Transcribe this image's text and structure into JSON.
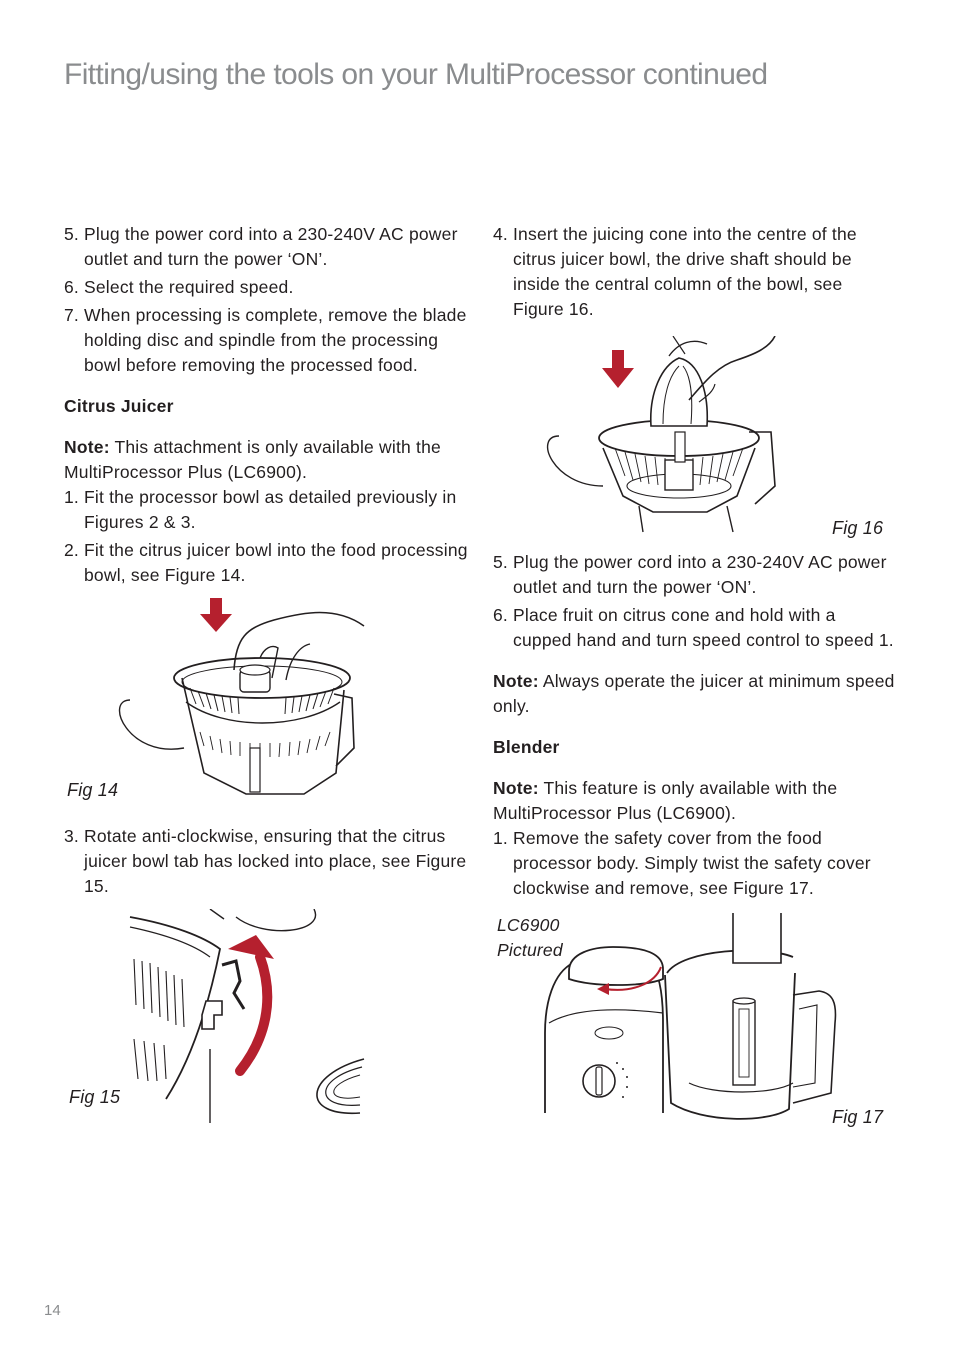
{
  "page": {
    "title": "Fitting/using the tools on your MultiProcessor continued",
    "page_number": "14"
  },
  "left": {
    "step5": {
      "num": "5.",
      "text": "Plug the power cord into a 230-240V AC power outlet and turn the power ‘ON’."
    },
    "step6": {
      "num": "6.",
      "text": "Select the required speed."
    },
    "step7": {
      "num": "7.",
      "text": "When processing is complete, remove the blade holding disc and spindle from the processing bowl before removing the processed food."
    },
    "citrus_heading": "Citrus Juicer",
    "citrus_note_label": "Note:",
    "citrus_note_text": " This attachment is only available with the MultiProcessor Plus (LC6900).",
    "c1": {
      "num": "1.",
      "text": "Fit the processor bowl as detailed previously in Figures 2 & 3."
    },
    "c2": {
      "num": "2.",
      "text": "Fit the citrus juicer bowl into the food processing bowl, see Figure 14."
    },
    "fig14": "Fig 14",
    "c3": {
      "num": "3.",
      "text": "Rotate anti-clockwise, ensuring that the citrus juicer bowl tab has locked into place, see Figure 15."
    },
    "fig15": "Fig 15"
  },
  "right": {
    "c4": {
      "num": "4.",
      "text": "Insert the juicing cone into the centre of the citrus juicer bowl, the drive shaft should be inside the central column of the bowl, see Figure 16."
    },
    "fig16": "Fig 16",
    "c5": {
      "num": "5.",
      "text": "Plug the power cord into a 230-240V AC power outlet and turn the power ‘ON’."
    },
    "c6": {
      "num": "6.",
      "text": "Place fruit on citrus cone and hold with a cupped hand and turn speed control to speed 1."
    },
    "juicer_note_label": "Note:",
    "juicer_note_text": " Always operate the juicer at minimum speed only.",
    "blender_heading": "Blender",
    "blender_note_label": "Note:",
    "blender_note_text": " This feature is only available with the MultiProcessor Plus (LC6900).",
    "b1": {
      "num": "1.",
      "text": "Remove the safety cover from the food processor body. Simply twist the safety cover clockwise and remove, see Figure 17."
    },
    "model_label_1": "LC6900",
    "model_label_2": "Pictured",
    "fig17": "Fig 17"
  },
  "colors": {
    "accent_red": "#b5202e",
    "title_grey": "#8a8c8e",
    "text": "#231f20"
  }
}
